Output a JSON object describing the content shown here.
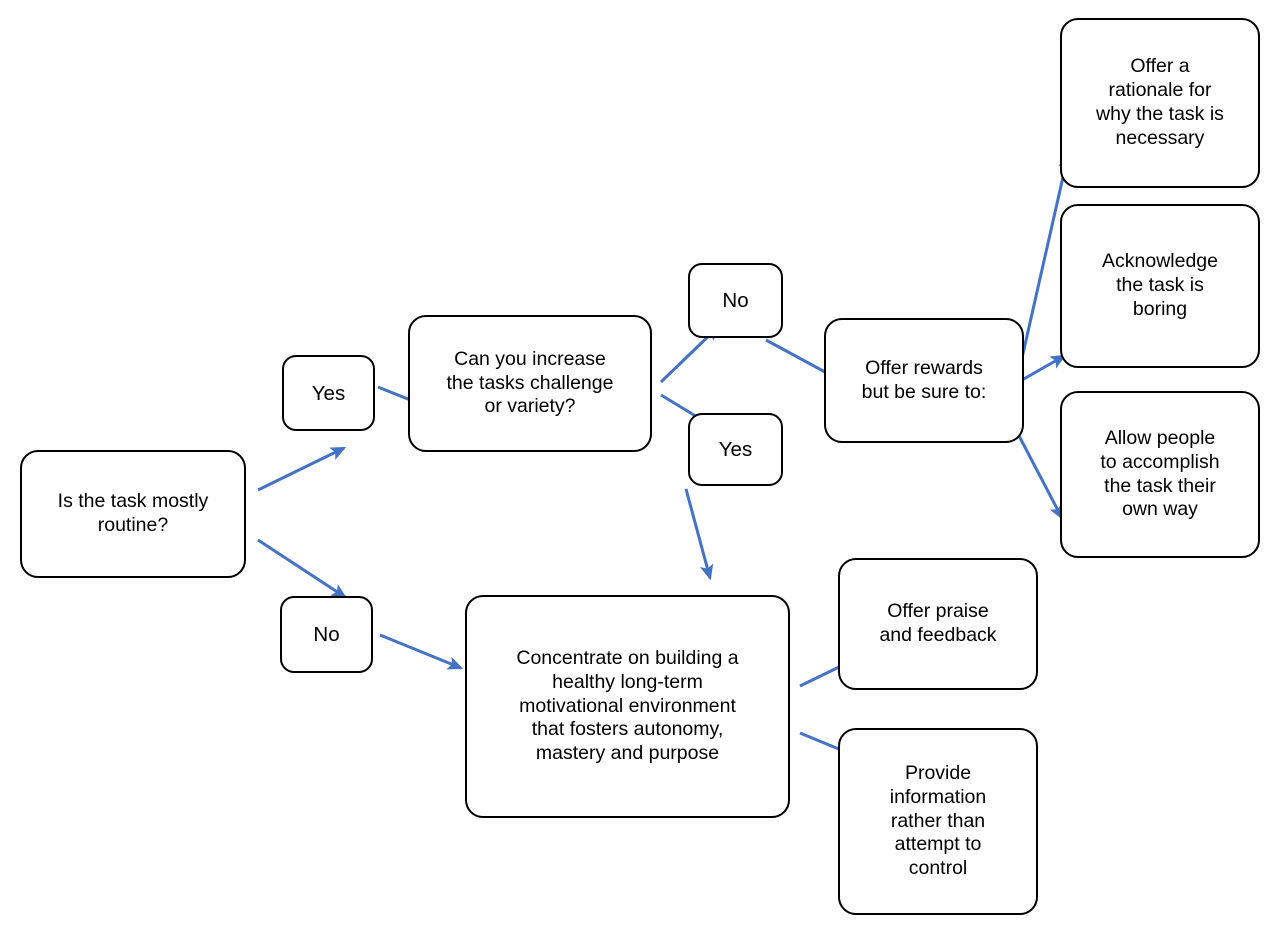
{
  "diagram": {
    "title": "Motivation decision flowchart",
    "background_color": "#ffffff",
    "node_border_color": "#000000",
    "arrow_color": "#4472c4",
    "text_color": "#000000",
    "nodes": [
      {
        "id": "start",
        "label": "Is the task mostly\nroutine?"
      },
      {
        "id": "yes1",
        "label": "Yes"
      },
      {
        "id": "no1",
        "label": "No"
      },
      {
        "id": "increase",
        "label": "Can you increase\nthe tasks challenge\nor variety?"
      },
      {
        "id": "no2",
        "label": "No"
      },
      {
        "id": "yes2",
        "label": "Yes"
      },
      {
        "id": "rewards",
        "label": "Offer rewards\nbut be sure to:"
      },
      {
        "id": "rationale",
        "label": "Offer a\nrationale for\nwhy the task is\nnecessary"
      },
      {
        "id": "acknowledge",
        "label": "Acknowledge\nthe task is\nboring"
      },
      {
        "id": "ownway",
        "label": "Allow people\nto accomplish\nthe task their\nown way"
      },
      {
        "id": "concentrate",
        "label": "Concentrate on building a\nhealthy long-term\nmotivational environment\nthat fosters autonomy,\nmastery and purpose"
      },
      {
        "id": "praise",
        "label": "Offer praise\nand feedback"
      },
      {
        "id": "information",
        "label": "Provide\ninformation\nrather than\nattempt to\ncontrol"
      }
    ],
    "edges": [
      {
        "from": "start",
        "to": "yes1"
      },
      {
        "from": "start",
        "to": "no1"
      },
      {
        "from": "yes1",
        "to": "increase"
      },
      {
        "from": "increase",
        "to": "no2"
      },
      {
        "from": "increase",
        "to": "yes2"
      },
      {
        "from": "no2",
        "to": "rewards"
      },
      {
        "from": "yes2",
        "to": "concentrate"
      },
      {
        "from": "no1",
        "to": "concentrate"
      },
      {
        "from": "rewards",
        "to": "rationale"
      },
      {
        "from": "rewards",
        "to": "acknowledge"
      },
      {
        "from": "rewards",
        "to": "ownway"
      },
      {
        "from": "concentrate",
        "to": "praise"
      },
      {
        "from": "concentrate",
        "to": "information"
      }
    ]
  }
}
